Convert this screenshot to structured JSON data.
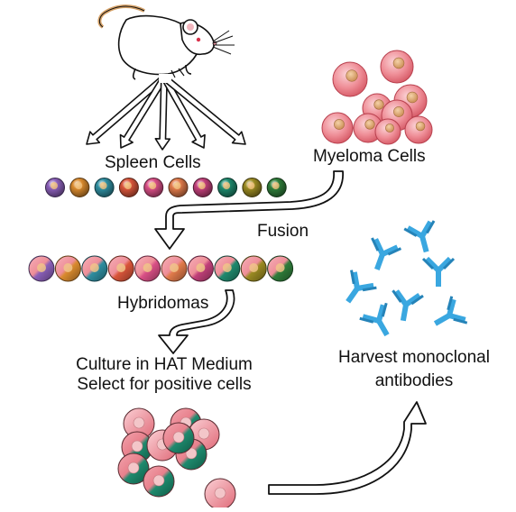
{
  "labels": {
    "spleen": "Spleen Cells",
    "myeloma": "Myeloma Cells",
    "fusion": "Fusion",
    "hybridomas": "Hybridomas",
    "culture_line1": "Culture in HAT Medium",
    "culture_line2": "Select for positive cells",
    "harvest_line1": "Harvest monoclonal",
    "harvest_line2": "antibodies"
  },
  "spleen_cells": [
    "purple",
    "orange",
    "teal",
    "red",
    "pink",
    "coral",
    "magenta",
    "green",
    "olive",
    "forest"
  ],
  "hybridoma_cells": [
    "purple-pink",
    "orange-pink",
    "teal-pink",
    "red-pink",
    "pink",
    "coral-pink",
    "magenta-pink",
    "green-pink",
    "olive-pink",
    "forest-pink"
  ],
  "colors": {
    "spleen": [
      "#8a5fb8",
      "#d98a2e",
      "#2f8ea0",
      "#d9553a",
      "#d94f86",
      "#e07a4a",
      "#c2407a",
      "#1f8a6e",
      "#9a8a22",
      "#2f7d3a"
    ],
    "myeloma": "#ef8f98",
    "myeloma_nucleus": "#d9a06a",
    "antibody": "#3aa7e0",
    "mouse_body": "#ffffff",
    "outline": "#111111"
  },
  "icons": [
    "mouse-icon",
    "antibody-icon",
    "myeloma-cluster-icon",
    "culture-cluster-icon"
  ]
}
